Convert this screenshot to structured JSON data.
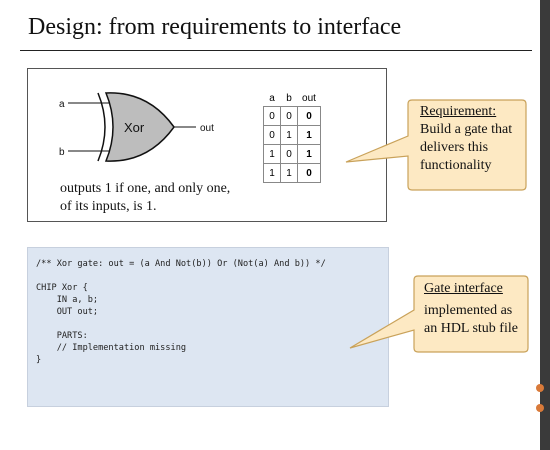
{
  "slide": {
    "title": "Design: from requirements to interface"
  },
  "gate": {
    "label": "Xor",
    "input_a": "a",
    "input_b": "b",
    "output": "out",
    "description": "outputs 1 if one, and only one, of its inputs, is 1."
  },
  "truth_table": {
    "headers": [
      "a",
      "b",
      "out"
    ],
    "rows": [
      [
        "0",
        "0",
        "0"
      ],
      [
        "0",
        "1",
        "1"
      ],
      [
        "1",
        "0",
        "1"
      ],
      [
        "1",
        "1",
        "0"
      ]
    ]
  },
  "requirement_callout": {
    "heading": "Requirement:",
    "line1": "Build a gate that",
    "line2": "delivers this",
    "line3": "functionality"
  },
  "interface_callout": {
    "heading": "Gate interface",
    "line1": "implemented as",
    "line2": "an HDL stub file"
  },
  "code": {
    "lines": [
      "/** Xor gate: out = (a And Not(b)) Or (Not(a) And b)) */",
      "",
      "CHIP Xor {",
      "    IN a, b;",
      "    OUT out;",
      "",
      "    PARTS:",
      "    // Implementation missing",
      "}"
    ]
  },
  "colors": {
    "gate_fill": "#bdbdbd",
    "callout_fill": "#fde9c3",
    "callout_border": "#c9a25a",
    "code_background": "#dde6f2"
  }
}
